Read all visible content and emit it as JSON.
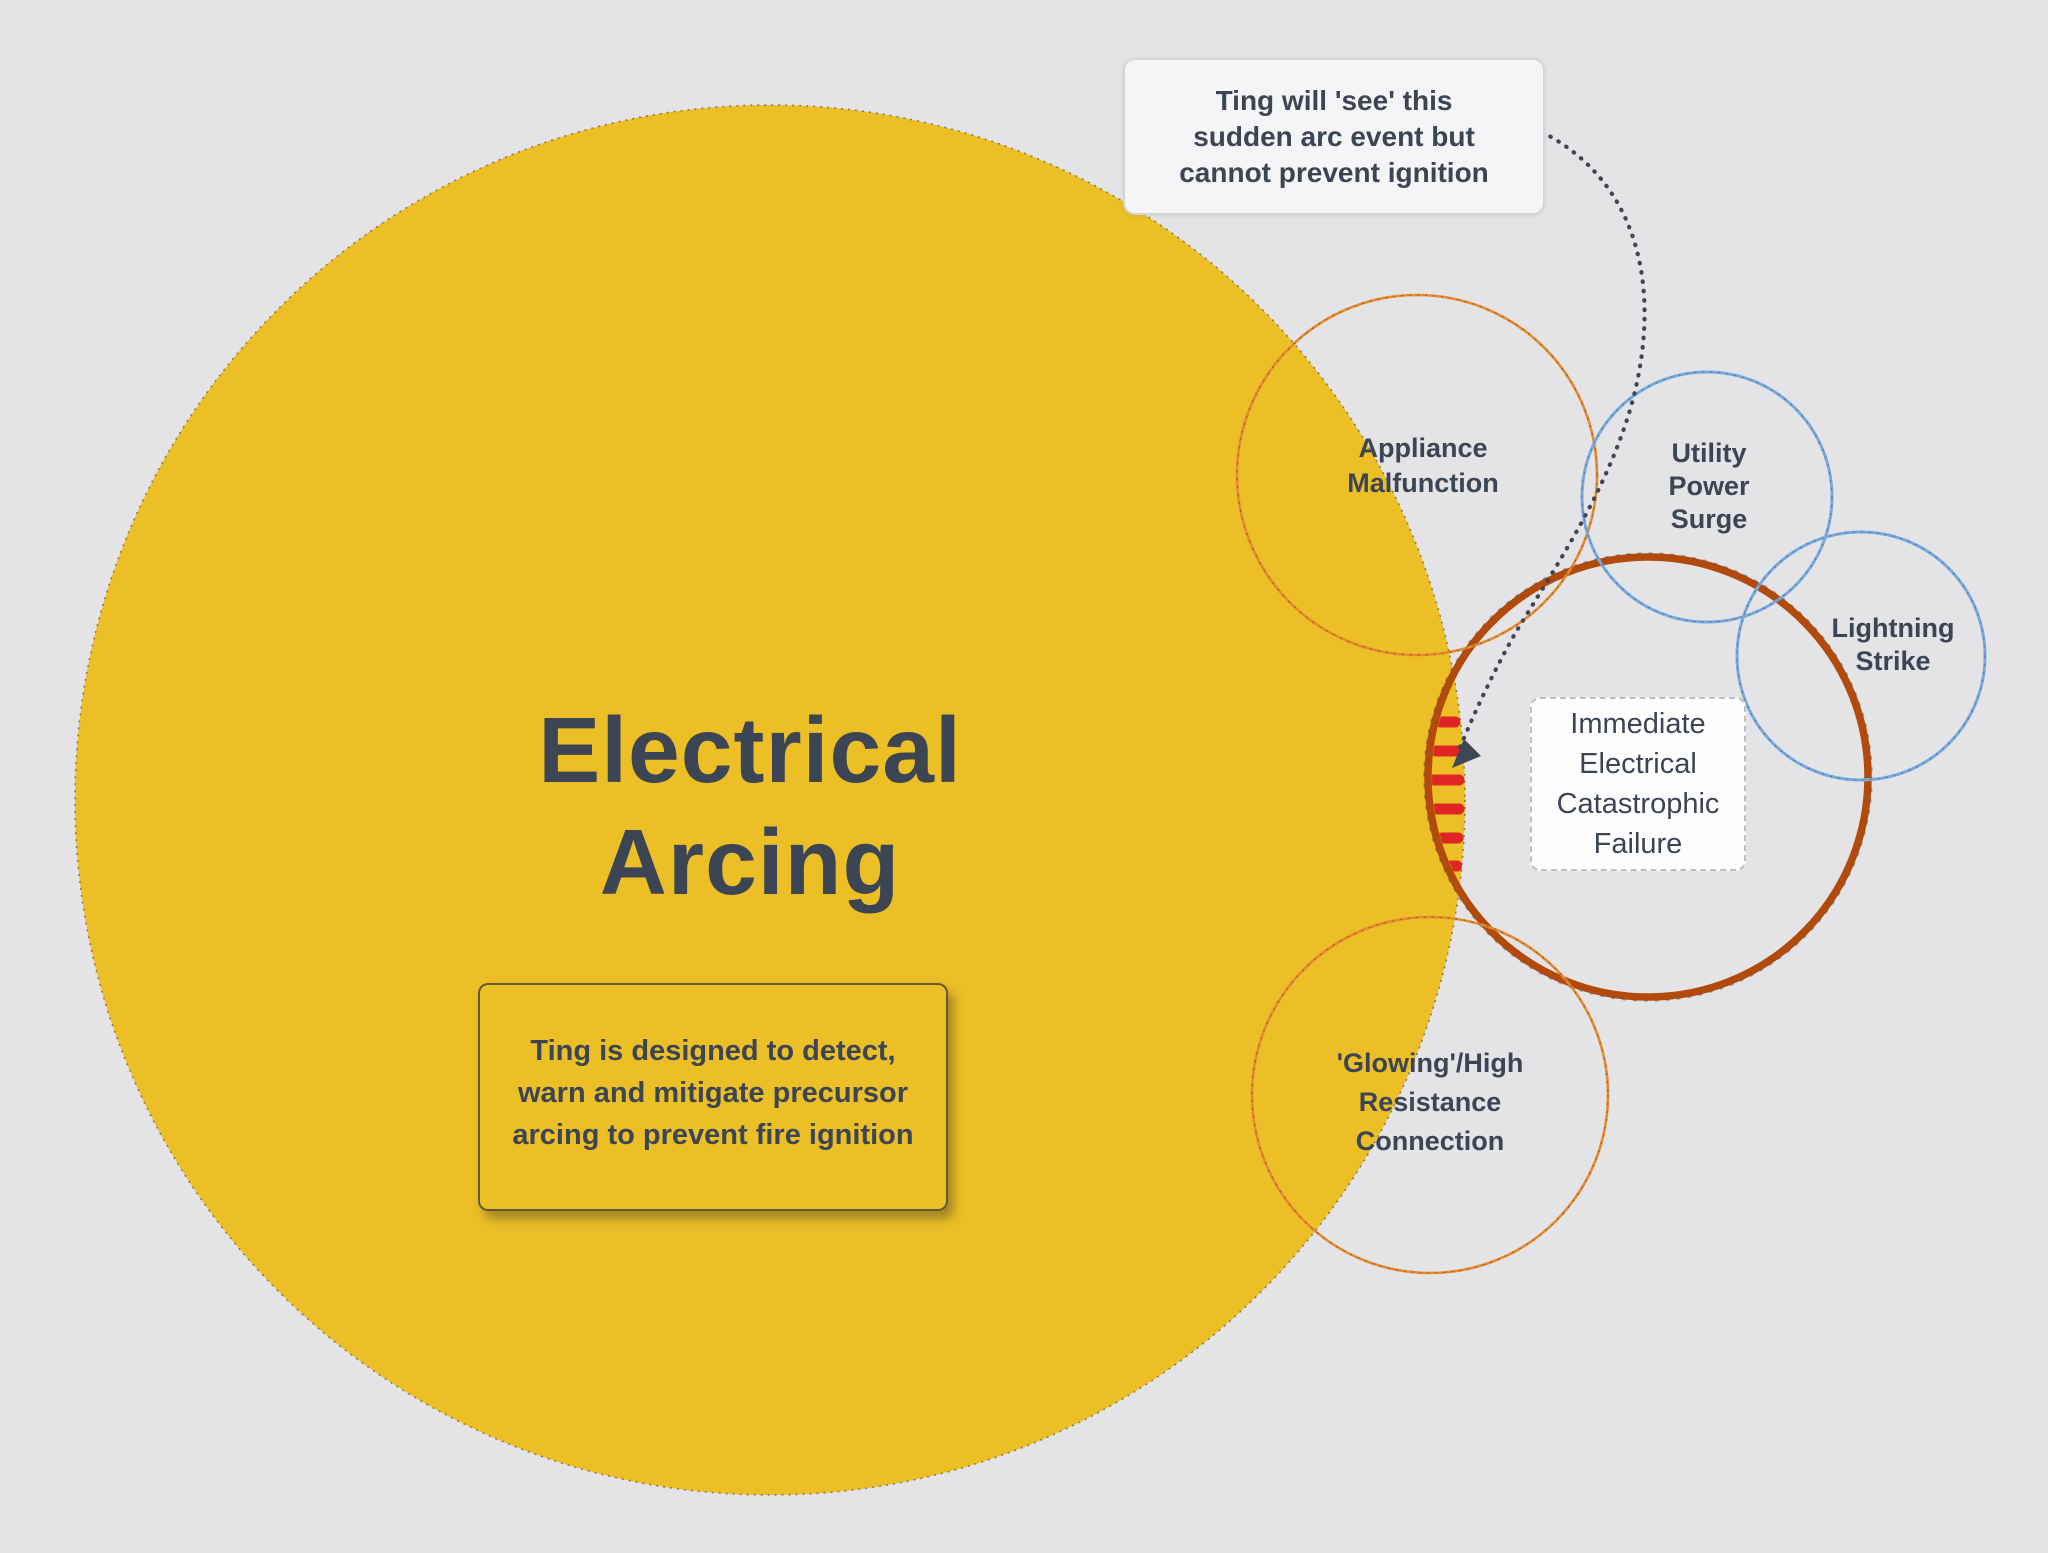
{
  "colors": {
    "background": "#E4E4E6",
    "arcing_yellow": "#ECBF27",
    "text_dark": "#3C4553",
    "catastrophic_failure_red": "#B24A0C",
    "precursor_circle_orange": "#E68A2E",
    "surge_circle_blue": "#77A9DC",
    "arc_event_hatch_red": "#E02424",
    "connector_arrow_gray": "#3F4754",
    "callout_background": "#F5F5F7",
    "failure_label_background": "#FDFDFE"
  },
  "diagram": {
    "main_circle": {
      "title_lines": [
        "Electrical",
        "Arcing"
      ]
    },
    "note_box": {
      "lines": [
        "Ting is designed to detect,",
        "warn and mitigate precursor",
        "arcing to prevent fire ignition"
      ]
    },
    "callout": {
      "lines": [
        "Ting will 'see' this",
        "sudden arc event but",
        "cannot prevent ignition"
      ]
    },
    "failure_box": {
      "lines": [
        "Immediate",
        "Electrical",
        "Catastrophic",
        "Failure"
      ]
    },
    "circles": [
      {
        "id": "appliance-malfunction",
        "label_lines": [
          "Appliance",
          "Malfunction"
        ]
      },
      {
        "id": "utility-power-surge",
        "label_lines": [
          "Utility",
          "Power",
          "Surge"
        ]
      },
      {
        "id": "lightning-strike",
        "label_lines": [
          "Lightning",
          "Strike"
        ]
      },
      {
        "id": "glowing-high-resistance",
        "label_lines": [
          "'Glowing'/High",
          "Resistance",
          "Connection"
        ]
      }
    ]
  }
}
